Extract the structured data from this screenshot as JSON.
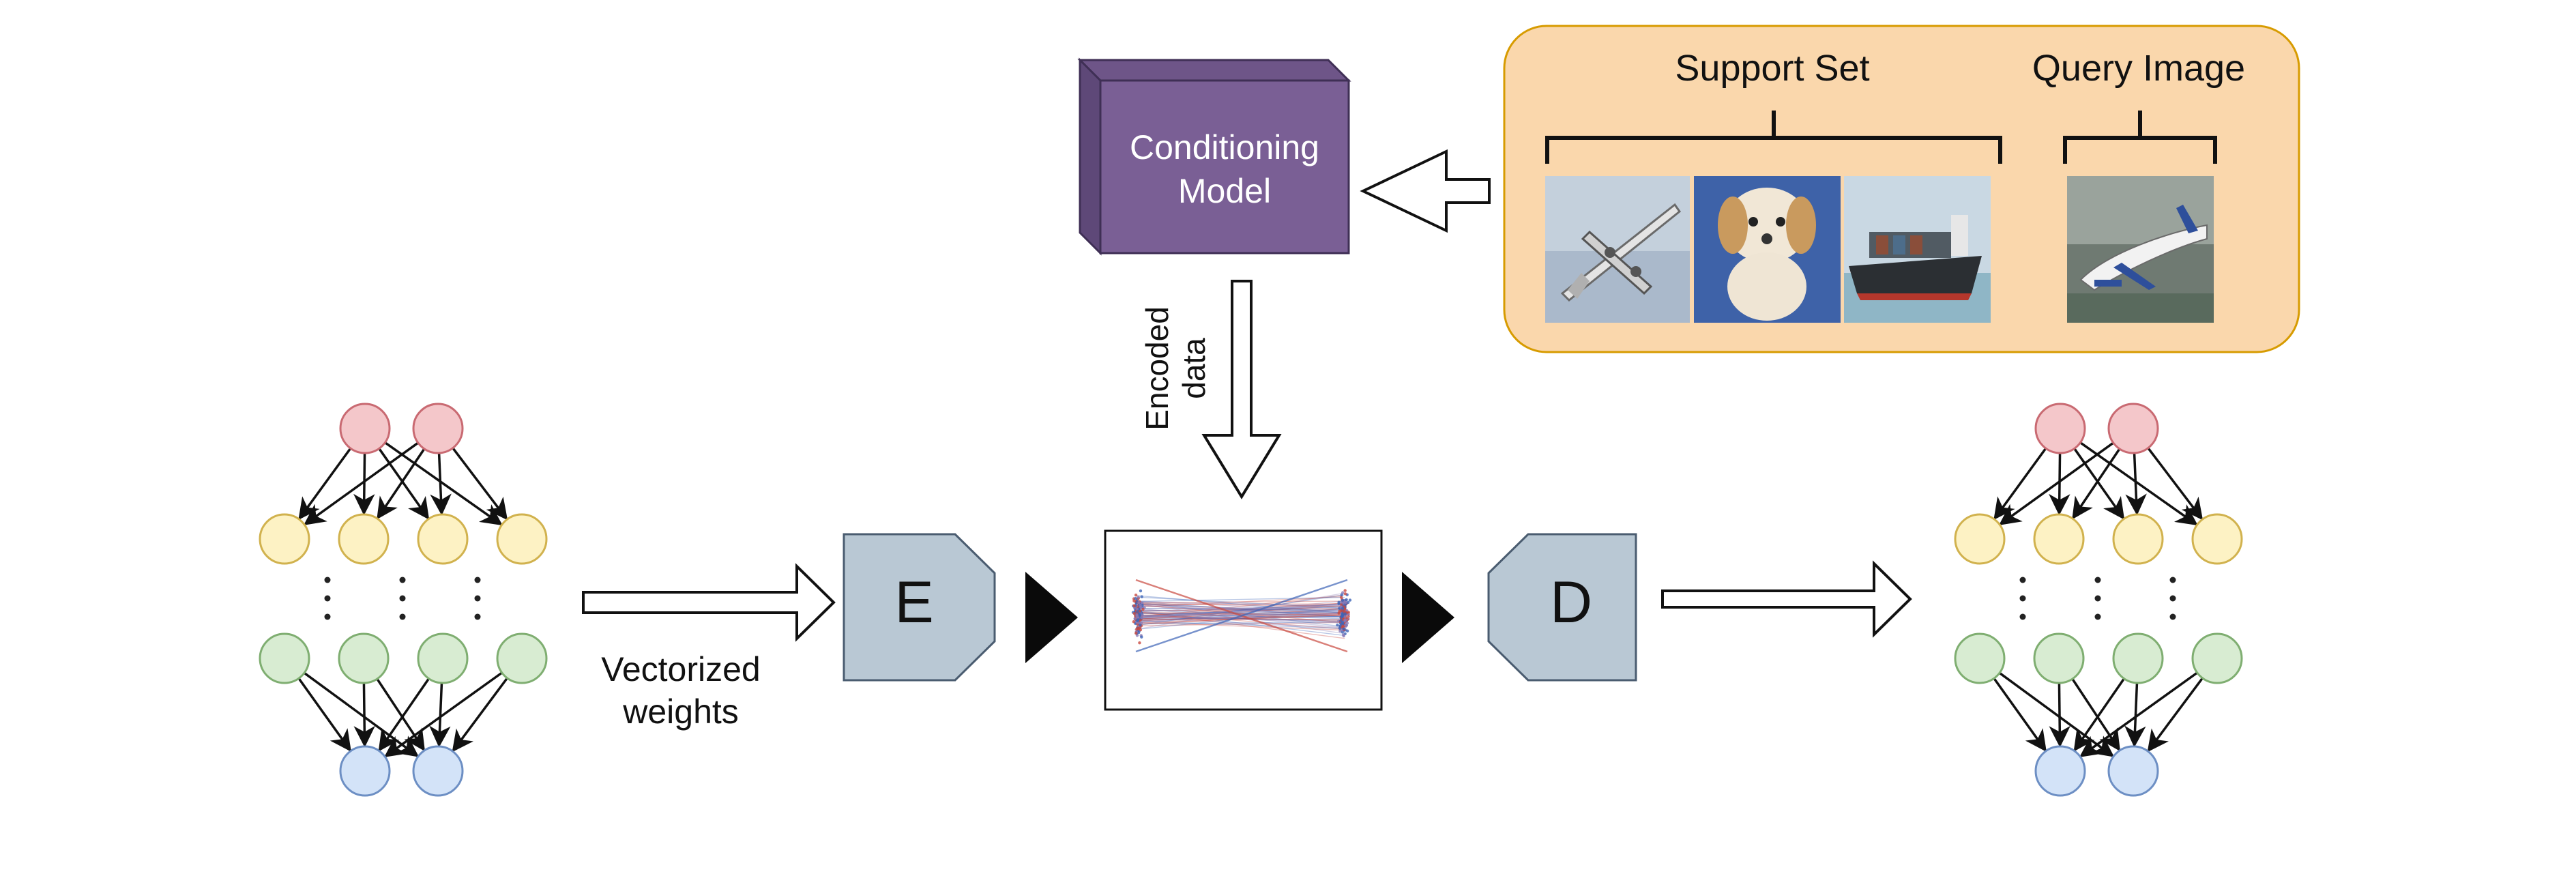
{
  "conditioning_model": {
    "line1": "Conditioning",
    "line2": "Model",
    "color": "#7a5f95"
  },
  "support_panel": {
    "support_set_label": "Support Set",
    "query_image_label": "Query Image",
    "color": "#fad7ac",
    "border_color": "#d79b00",
    "support_images": [
      "airplane-image",
      "puppy-image",
      "cargo-ship-image"
    ],
    "query_images": [
      "passenger-jet-image"
    ]
  },
  "encoded_data_label": {
    "line1": "Encoded",
    "line2": "data"
  },
  "vectorized_weights_label": {
    "line1": "Vectorized",
    "line2": "weights"
  },
  "encoder": {
    "label": "E",
    "color": "#b9c8d4"
  },
  "decoder": {
    "label": "D",
    "color": "#b9c8d4"
  },
  "network_layers": {
    "output_color": "#f4c7ca",
    "hidden1_color": "#fdf2c4",
    "hidden2_color": "#d8ecd2",
    "input_color": "#d3e3f8"
  },
  "latent_series_colors": [
    "#c9483f",
    "#3d64b7",
    "#8a7ab5"
  ],
  "ellipsis": "⋮"
}
